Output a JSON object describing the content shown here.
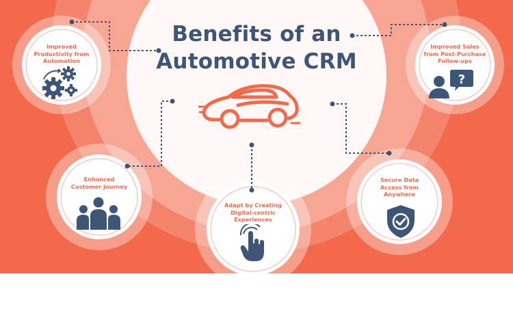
{
  "title": {
    "line1": "Benefits of an",
    "line2": "Automotive CRM"
  },
  "benefits": [
    {
      "label": "Improved\nProductivity from\nAutomation",
      "icon": "gears-icon"
    },
    {
      "label": "Improved Sales\nfrom Post-Purchase\nFollow-ups",
      "icon": "person-question-icon"
    },
    {
      "label": "Enhanced\nCustomer Journey",
      "icon": "group-icon"
    },
    {
      "label": "Adapt by Creating\nDigital-centric\nExperiences",
      "icon": "hand-tap-icon"
    },
    {
      "label": "Secure Data\nAccess from\nAnywhere",
      "icon": "shield-check-icon"
    }
  ],
  "center_icon": "sports-car-icon",
  "colors": {
    "background": "#f26a4b",
    "accent": "#f26a4b",
    "icon": "#3d5576",
    "title": "#3d5576",
    "circle": "#ffffff"
  }
}
